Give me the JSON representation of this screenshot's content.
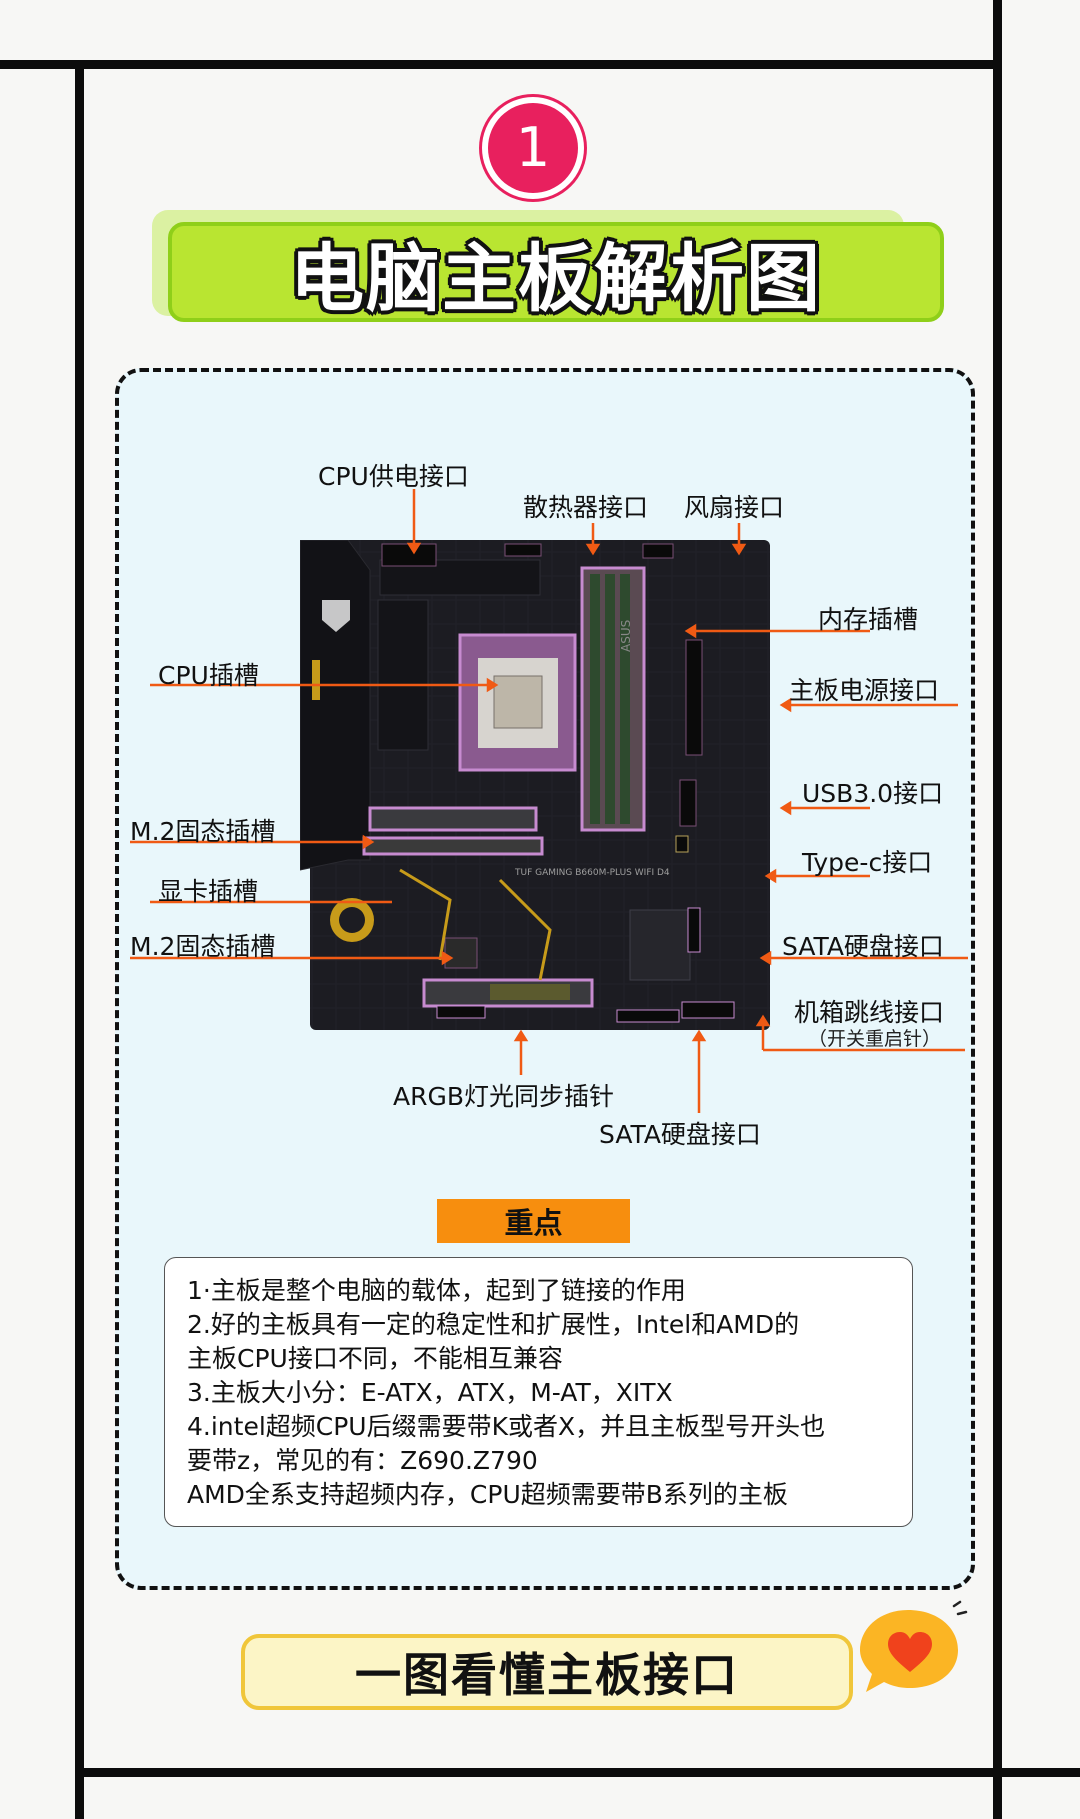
{
  "badge": {
    "number": "1"
  },
  "title": "电脑主板解析图",
  "labels": {
    "cpu_power": "CPU供电接口",
    "cooler": "散热器接口",
    "fan": "风扇接口",
    "memory": "内存插槽",
    "cpu_socket": "CPU插槽",
    "board_power": "主板电源接口",
    "usb3": "USB3.0接口",
    "typec": "Type-c接口",
    "m2_top": "M.2固态插槽",
    "gpu": "显卡插槽",
    "m2_bottom": "M.2固态插槽",
    "sata_right": "SATA硬盘接口",
    "case_jumper": "机箱跳线接口",
    "case_jumper_sub": "（开关重启针）",
    "argb": "ARGB灯光同步插针",
    "sata_bottom": "SATA硬盘接口"
  },
  "board": {
    "model_text": "TUF GAMING B660M-PLUS WIFI D4",
    "brand": "ASUS"
  },
  "key_points": {
    "tag": "重点",
    "lines": [
      "1·主板是整个电脑的载体，起到了链接的作用",
      "2.好的主板具有一定的稳定性和扩展性，Intel和AMD的",
      "主板CPU接口不同，不能相互兼容",
      "3.主板大小分：E-ATX，ATX，M-AT，XITX",
      "4.intel超频CPU后缀需要带K或者X，并且主板型号开头也",
      "要带z，常见的有：Z690.Z790",
      "AMD全系支持超频内存，CPU超频需要带B系列的主板"
    ]
  },
  "footer_title": "一图看懂主板接口",
  "colors": {
    "badge": "#e8205e",
    "title_bar": "#b9e531",
    "diagram_bg": "#e9f7fb",
    "arrow": "#f05a14",
    "key_tag": "#f78e0e",
    "footer_border": "#f0c63a",
    "bubble": "#fbb524"
  },
  "icons": {
    "bubble": "heart-speech-bubble-icon"
  }
}
